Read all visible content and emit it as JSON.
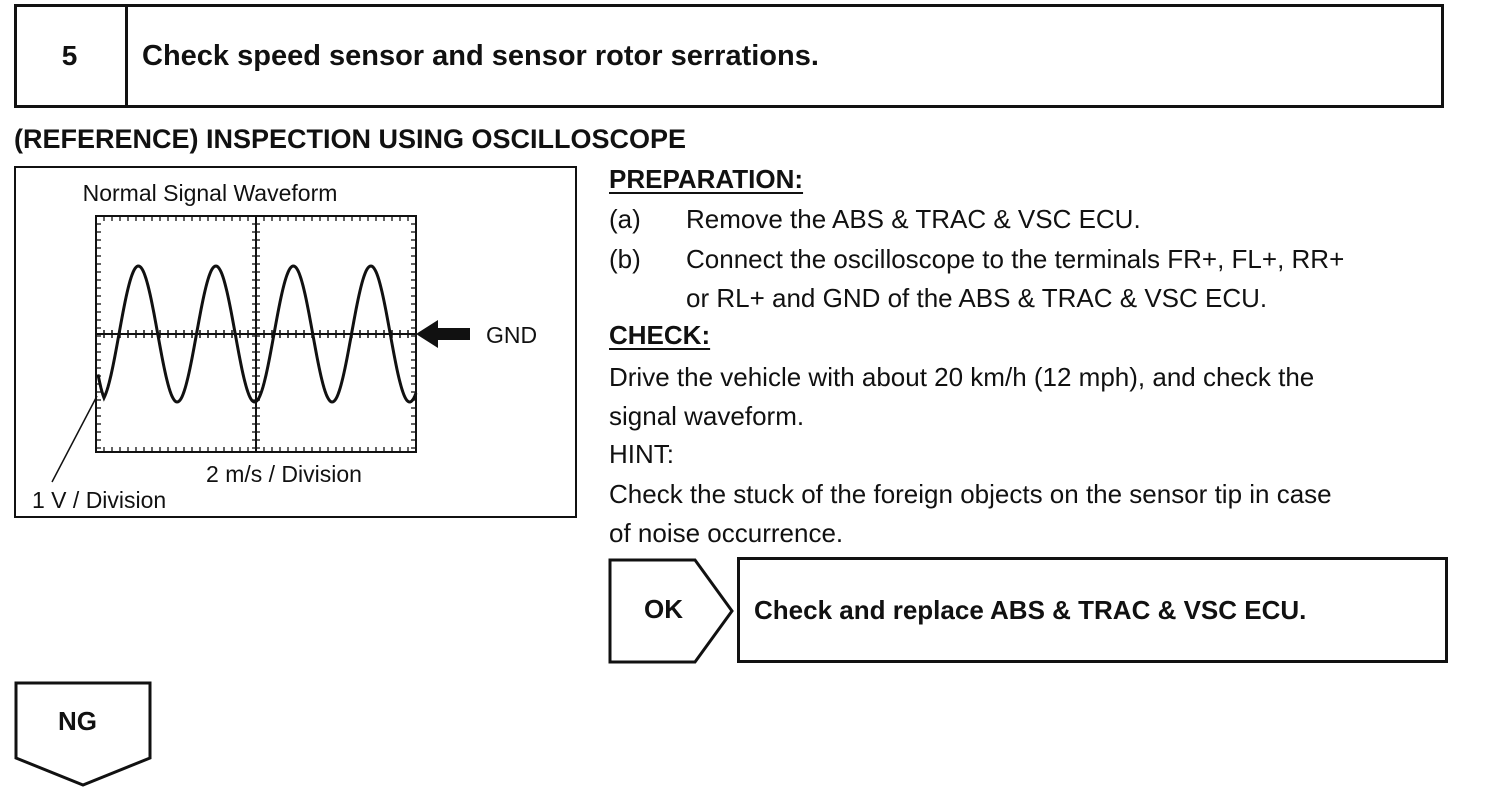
{
  "step": {
    "number": "5",
    "title": "Check speed sensor and sensor rotor serrations."
  },
  "reference_heading": "(REFERENCE) INSPECTION USING OSCILLOSCOPE",
  "figure": {
    "title": "Normal Signal Waveform",
    "gnd_label": "GND",
    "x_scale_label": "2 m/s / Division",
    "y_scale_label": "1 V / Division"
  },
  "preparation": {
    "heading": "PREPARATION:",
    "items": [
      {
        "marker": "(a)",
        "text": "Remove the ABS & TRAC & VSC ECU."
      },
      {
        "marker": "(b)",
        "line1": "Connect the oscilloscope to the terminals FR+, FL+, RR+",
        "line2": "or RL+ and GND of the ABS & TRAC & VSC ECU."
      }
    ]
  },
  "check": {
    "heading": "CHECK:",
    "line1": "Drive the vehicle with about 20 km/h (12 mph), and check the",
    "line2": "signal waveform."
  },
  "hint": {
    "label": "HINT:",
    "line1": "Check the stuck of the foreign objects on the sensor tip in case",
    "line2": "of noise occurrence."
  },
  "result_ok": {
    "label": "OK",
    "action": "Check and replace ABS & TRAC & VSC ECU."
  },
  "result_ng": {
    "label": "NG"
  }
}
